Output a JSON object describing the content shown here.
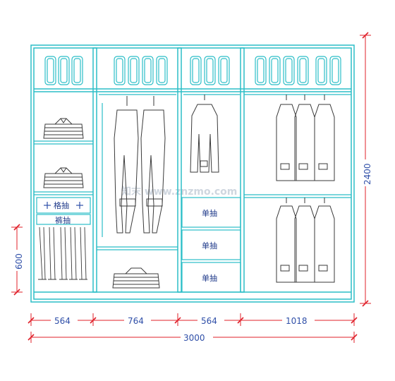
{
  "colors": {
    "frame": "#2bbec7",
    "dimension": "#e0202a",
    "dimension_text": "#2f4fa8",
    "sketch": "#3a3a3a",
    "watermark": "#cfd6df"
  },
  "watermark": "知末 www.znzmo.com",
  "labels": {
    "drawer_1": "单抽",
    "drawer_2": "单抽",
    "drawer_3": "单抽",
    "pants_rack": "裤抽",
    "shelf_left": "格抽"
  },
  "dimensions": {
    "widths": [
      "564",
      "764",
      "564",
      "1018"
    ],
    "total_width": "3000",
    "height": "2400",
    "rack_height": "600"
  },
  "icons": {
    "folded_clothes": "folded-clothes-icon",
    "hanging_coat": "hanging-coat-icon",
    "hanging_trousers": "hanging-trousers-icon"
  }
}
